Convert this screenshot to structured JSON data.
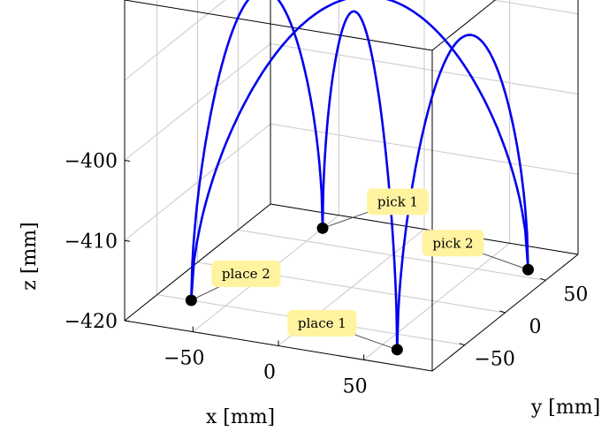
{
  "chart_data": {
    "type": "line-3d",
    "xlabel": "x [mm]",
    "ylabel": "y [mm]",
    "zlabel": "z [mm]",
    "xticks": [
      "−50",
      "0",
      "50"
    ],
    "yticks": [
      "−50",
      "0",
      "50"
    ],
    "zticks": [
      "−420",
      "−410",
      "−400"
    ],
    "xlim": [
      -90,
      90
    ],
    "ylim": [
      -90,
      90
    ],
    "zlim": [
      -420,
      -380
    ],
    "grid": true,
    "trajectory_color": "#0000ee",
    "marker_color": "#000000",
    "annotation_bg": "#fff3a0",
    "points": [
      {
        "name": "pick 1",
        "x": -50,
        "y": 70,
        "z": -420
      },
      {
        "name": "pick 2",
        "x": 75,
        "y": 60,
        "z": -420
      },
      {
        "name": "place 1",
        "x": 60,
        "y": -70,
        "z": -420
      },
      {
        "name": "place 2",
        "x": -70,
        "y": -50,
        "z": -420
      }
    ],
    "arcs": [
      {
        "from": "place 2",
        "to": "pick 1",
        "peak_z": -386
      },
      {
        "from": "pick 1",
        "to": "place 1",
        "peak_z": -386
      },
      {
        "from": "place 1",
        "to": "pick 2",
        "peak_z": -386
      },
      {
        "from": "place 2",
        "to": "pick 2",
        "peak_z": -384
      }
    ]
  }
}
